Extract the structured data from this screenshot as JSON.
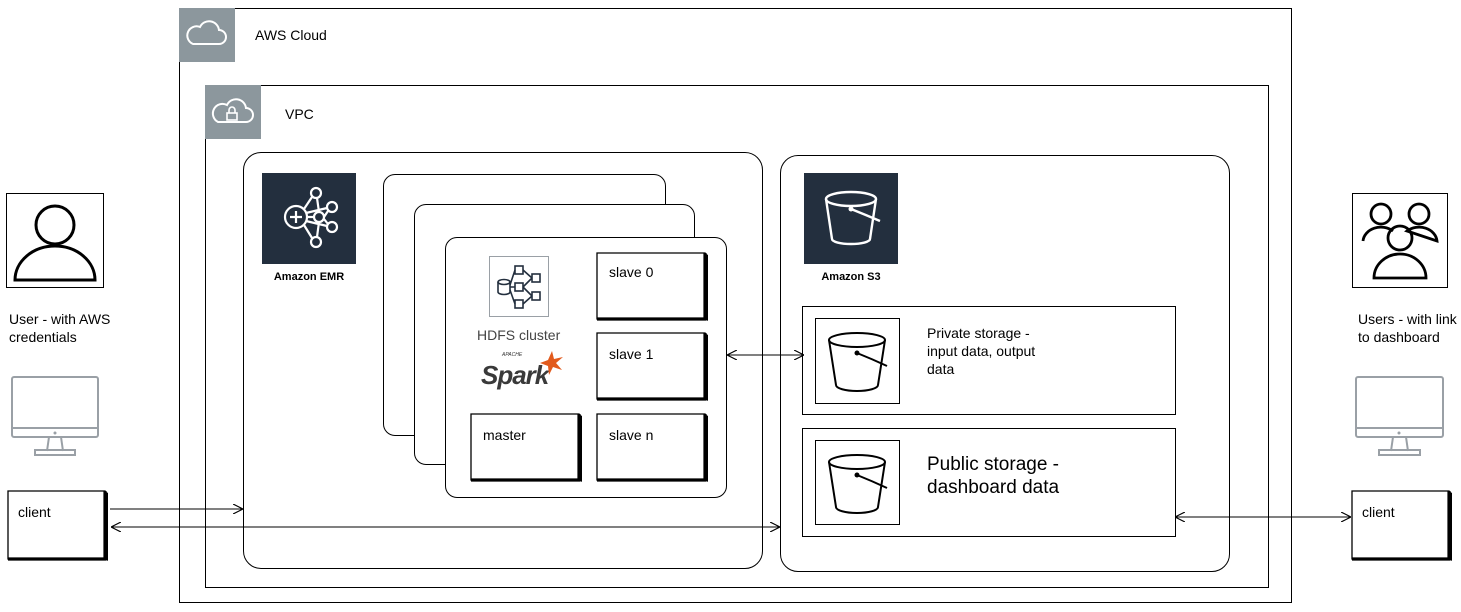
{
  "groups": {
    "aws_cloud": "AWS Cloud",
    "vpc": "VPC"
  },
  "services": {
    "emr": "Amazon EMR",
    "s3": "Amazon S3"
  },
  "cluster": {
    "hdfs_label": "HDFS cluster",
    "spark_logo_small": "APACHE",
    "spark_logo_text": "Spark",
    "nodes": {
      "slave0": "slave 0",
      "slave1": "slave 1",
      "master": "master",
      "slaven": "slave n"
    }
  },
  "storage": {
    "private": "Private storage -\ninput data, output\ndata",
    "public": "Public storage -\ndashboard data"
  },
  "users": {
    "left": "User - with AWS\ncredentials",
    "right": "Users - with link\nto dashboard"
  },
  "clients": {
    "left": "client",
    "right": "client"
  },
  "icons": {
    "cloud": "cloud-icon",
    "vpc": "cloud-lock-icon",
    "emr": "emr-icon",
    "s3": "bucket-icon",
    "hdfs": "hdfs-cluster-icon",
    "spark": "spark-logo",
    "user": "user-icon",
    "users": "users-group-icon",
    "monitor": "monitor-icon"
  },
  "colors": {
    "service_tile": "#232f3e",
    "group_icon": "#8c979d",
    "spark_orange": "#e25a1c",
    "line": "#000000",
    "monitor": "#9aa0a6"
  }
}
